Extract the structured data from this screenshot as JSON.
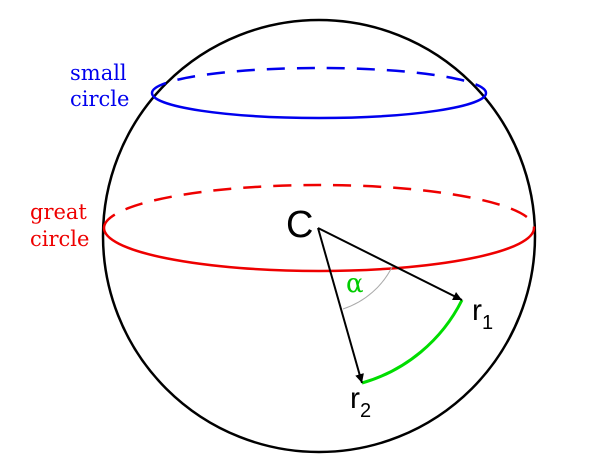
{
  "labels": {
    "small_circle_line1": "small",
    "small_circle_line2": "circle",
    "great_circle_line1": "great",
    "great_circle_line2": "circle",
    "center": "C",
    "angle": "α",
    "r1": "r",
    "r1_sub": "1",
    "r2": "r",
    "r2_sub": "2"
  },
  "colors": {
    "sphere": "#000000",
    "small_circle": "#0000ee",
    "great_circle": "#ee0000",
    "arc": "#00dd00",
    "angle_arc": "#aaaaaa"
  }
}
